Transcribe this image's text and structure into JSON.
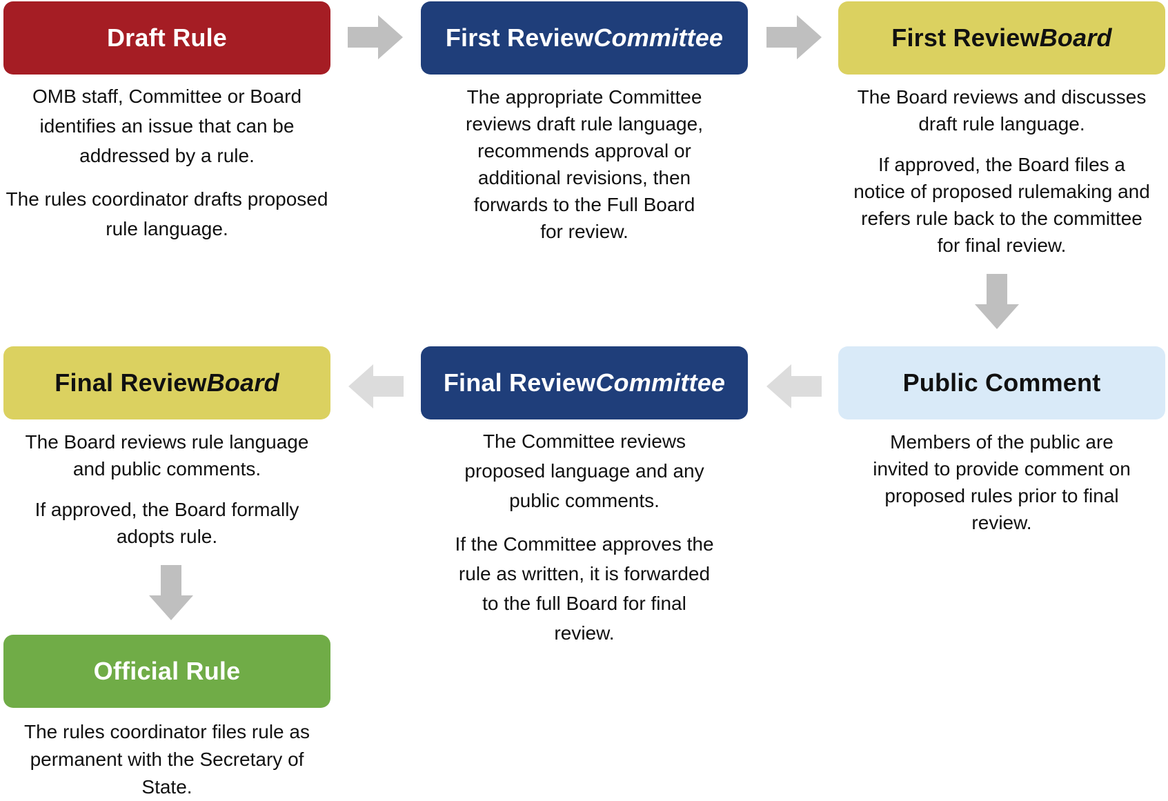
{
  "colors": {
    "red": "#a51d24",
    "navy": "#1f3e7a",
    "olive": "#dbd160",
    "light_blue": "#d9eaf8",
    "green": "#70ac47",
    "arrow": "#bfbfbf"
  },
  "steps": {
    "draft_rule": {
      "title": "Draft Rule",
      "title_emphasis": "",
      "paragraphs": [
        "OMB staff, Committee or Board identifies an issue that can be addressed by a rule.",
        "The rules coordinator drafts proposed rule language."
      ]
    },
    "first_review_committee": {
      "title": "First Review ",
      "title_emphasis": "Committee",
      "paragraphs": [
        "The appropriate Committee reviews draft rule language, recommends approval or additional revisions, then forwards to the Full Board for review."
      ]
    },
    "first_review_board": {
      "title": "First Review ",
      "title_emphasis": "Board",
      "paragraphs": [
        "The Board reviews and discusses draft rule language.",
        "If approved, the Board files a notice of proposed rulemaking and refers rule back to the committee for final review."
      ]
    },
    "public_comment": {
      "title": "Public Comment",
      "title_emphasis": "",
      "paragraphs": [
        "Members of the public are invited to provide comment on proposed rules prior to final review."
      ]
    },
    "final_review_committee": {
      "title": "Final Review ",
      "title_emphasis": "Committee",
      "paragraphs": [
        "The Committee reviews proposed language and any public comments.",
        "If the Committee approves the rule as written, it is forwarded to the full Board for final review."
      ]
    },
    "final_review_board": {
      "title": "Final Review ",
      "title_emphasis": "Board",
      "paragraphs": [
        "The Board reviews rule language and public comments.",
        "If approved, the Board formally adopts rule."
      ]
    },
    "official_rule": {
      "title": "Official Rule",
      "title_emphasis": "",
      "paragraphs": [
        "The rules coordinator files rule as permanent with the Secretary of State."
      ]
    }
  }
}
